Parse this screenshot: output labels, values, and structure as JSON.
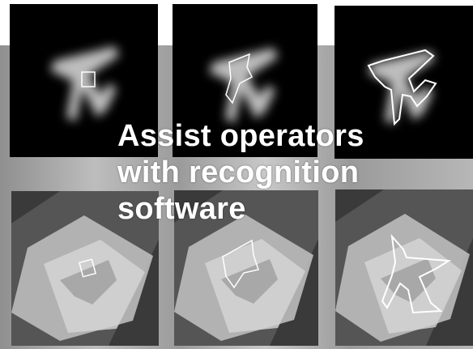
{
  "caption": {
    "lines": [
      "Assist operators",
      "with recognition",
      "software"
    ]
  },
  "colors": {
    "text": "#ffffff",
    "outline": "#ffffff",
    "panel_dark": "#000000"
  }
}
